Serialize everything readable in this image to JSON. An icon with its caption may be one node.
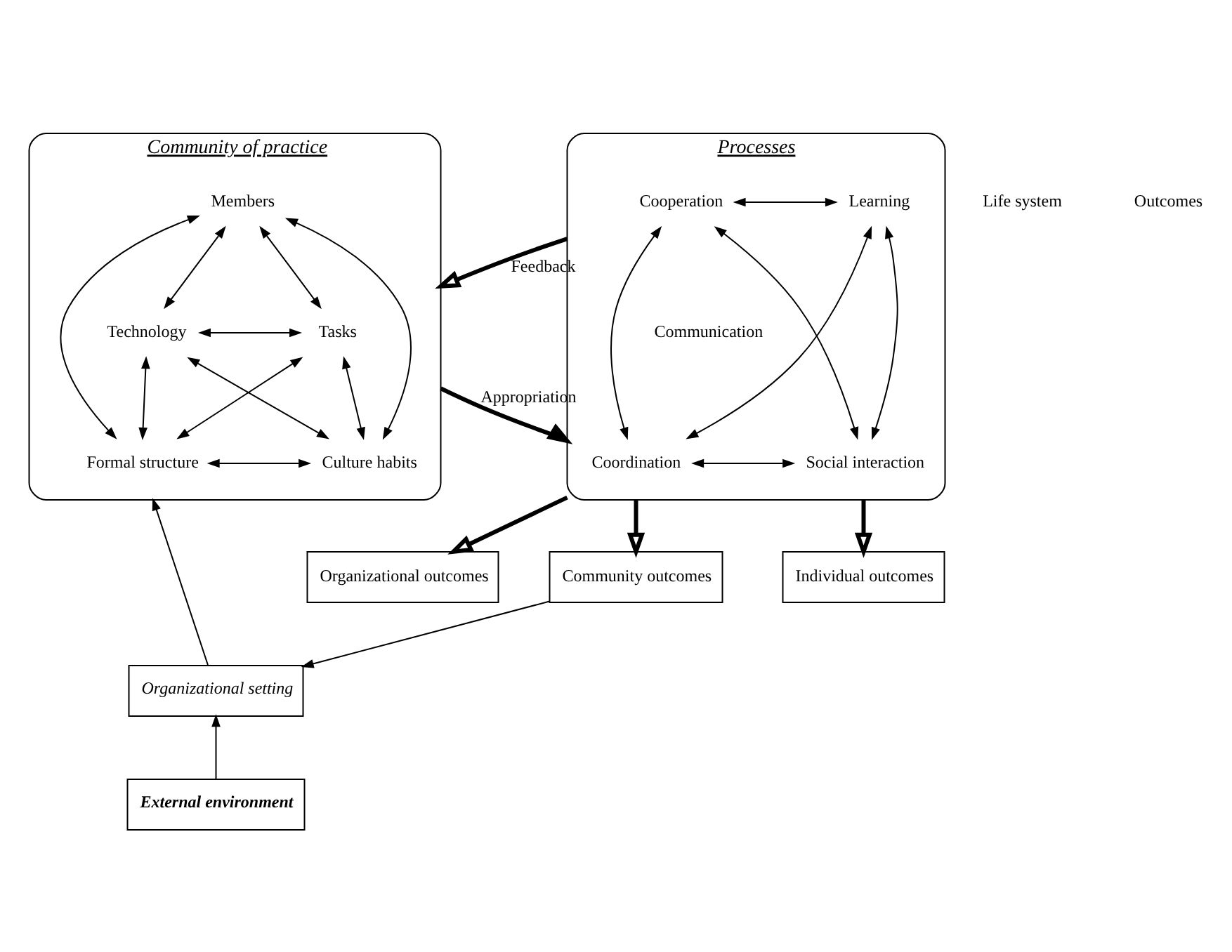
{
  "diagram": {
    "nodes": [
      {
        "text": [
          "Community of practice"
        ]
      },
      {
        "text": [
          "Members"
        ],
        "in": 0
      },
      {
        "text": [
          "Technology"
        ],
        "in": 0
      },
      {
        "text": [
          "Tasks"
        ],
        "in": 0
      },
      {
        "text": [
          "Formal structure"
        ],
        "in": 0
      },
      {
        "text": [
          "Culture habits"
        ],
        "in": 0
      },
      {
        "text": [
          "Processes"
        ]
      },
      {
        "text": [
          "Cooperation"
        ],
        "in": 6
      },
      {
        "text": [
          "Learning"
        ],
        "in": 6
      },
      {
        "text": [
          "Communication"
        ],
        "in": 6
      },
      {
        "text": [
          "Coordination"
        ],
        "in": 6
      },
      {
        "text": [
          "Social interaction"
        ],
        "in": 6
      },
      {
        "text": [
          "Organizational outcomes"
        ]
      },
      {
        "text": [
          "Community outcomes"
        ]
      },
      {
        "text": [
          "Individual outcomes"
        ]
      },
      {
        "text": [
          "Organizational setting"
        ]
      },
      {
        "text": [
          "External environment"
        ]
      }
    ],
    "edges": [
      {
        "from": 1,
        "to": 2,
        "arrow": "both"
      },
      {
        "from": 1,
        "to": 3,
        "arrow": "both"
      },
      {
        "from": 1,
        "to": 4,
        "arrow": "both"
      },
      {
        "from": 1,
        "to": 5,
        "arrow": "both"
      },
      {
        "from": 2,
        "to": 3,
        "arrow": "both"
      },
      {
        "from": 2,
        "to": 4,
        "arrow": "both"
      },
      {
        "from": 2,
        "to": 5,
        "arrow": "both"
      },
      {
        "from": 3,
        "to": 4,
        "arrow": "both"
      },
      {
        "from": 3,
        "to": 5,
        "arrow": "both"
      },
      {
        "from": 4,
        "to": 5,
        "arrow": "both"
      },
      {
        "from": 7,
        "to": 8,
        "arrow": "both"
      },
      {
        "from": 7,
        "to": 10,
        "arrow": "both"
      },
      {
        "from": 8,
        "to": 11,
        "arrow": "both"
      },
      {
        "from": 10,
        "to": 11,
        "arrow": "both"
      },
      {
        "from": 7,
        "to": 11,
        "arrow": "both"
      },
      {
        "from": 8,
        "to": 10,
        "arrow": "both"
      },
      {
        "from": 6,
        "to": 0,
        "arrow": "to",
        "label": "Feedback",
        "style": "thick"
      },
      {
        "from": 0,
        "to": 6,
        "arrow": "to",
        "label": "Appropriation",
        "style": "thick"
      },
      {
        "from": 6,
        "to": 12,
        "arrow": "to",
        "style": "thick"
      },
      {
        "from": 6,
        "to": 13,
        "arrow": "to",
        "style": "thick"
      },
      {
        "from": 6,
        "to": 14,
        "arrow": "to",
        "style": "thick"
      },
      {
        "from": 13,
        "to": 15,
        "arrow": "to"
      },
      {
        "from": 15,
        "to": 0,
        "arrow": "to"
      },
      {
        "from": 16,
        "to": 15,
        "arrow": "to"
      }
    ],
    "labels": [
      "Life system",
      "Outcomes"
    ]
  }
}
